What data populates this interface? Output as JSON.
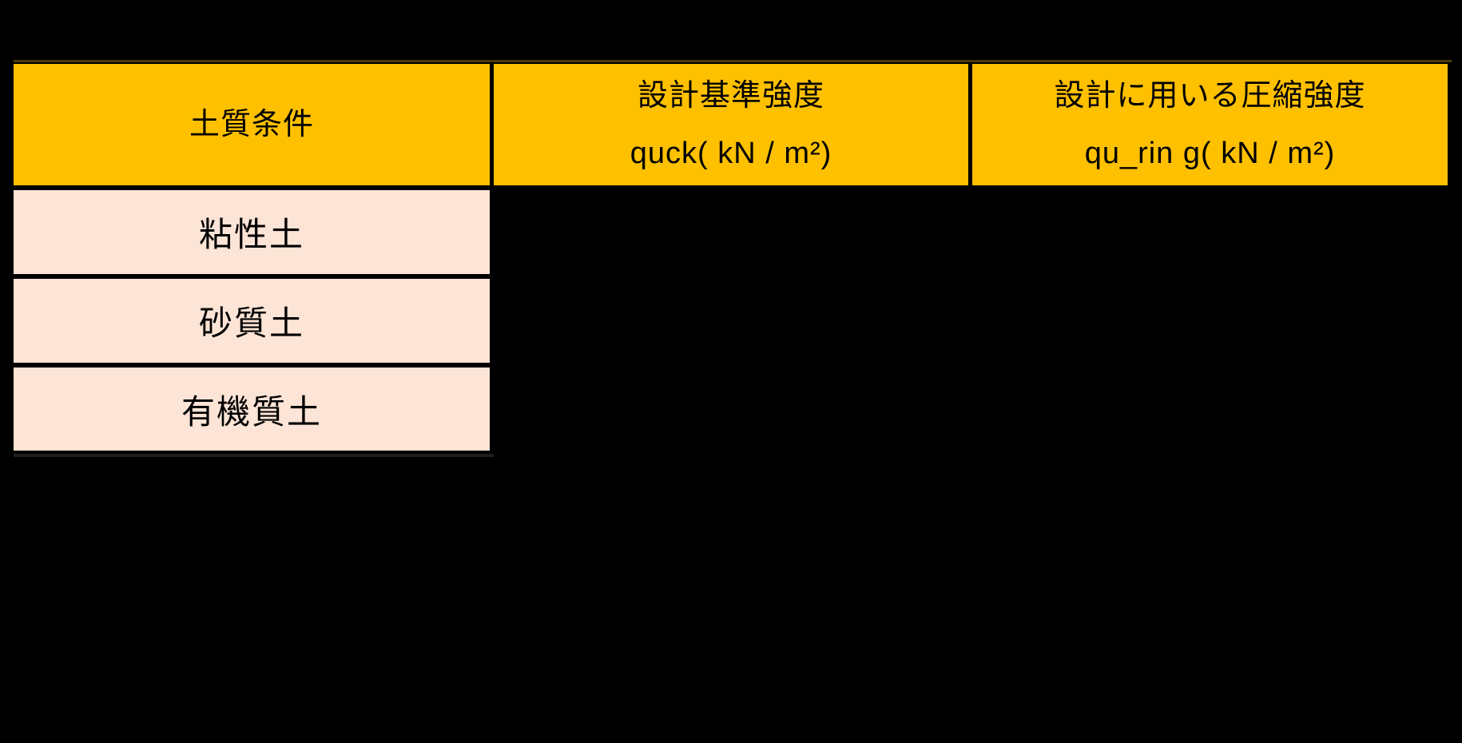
{
  "table": {
    "header": {
      "soil_condition": "土質条件",
      "design_strength_line1": "設計基準強度",
      "design_strength_line2": "quck( kN / m²)",
      "compressive_strength_line1": "設計に用いる圧縮強度",
      "compressive_strength_line2": "qu_rin g( kN / m²)"
    },
    "rows": [
      {
        "label": "粘性土"
      },
      {
        "label": "砂質土"
      },
      {
        "label": "有機質土"
      }
    ],
    "colors": {
      "header_bg": "#FFC000",
      "row_bg": "#FCE4D6",
      "grid": "#000000",
      "top_line": "#4a3b06",
      "text": "#000000",
      "page_bg": "#000000"
    }
  }
}
